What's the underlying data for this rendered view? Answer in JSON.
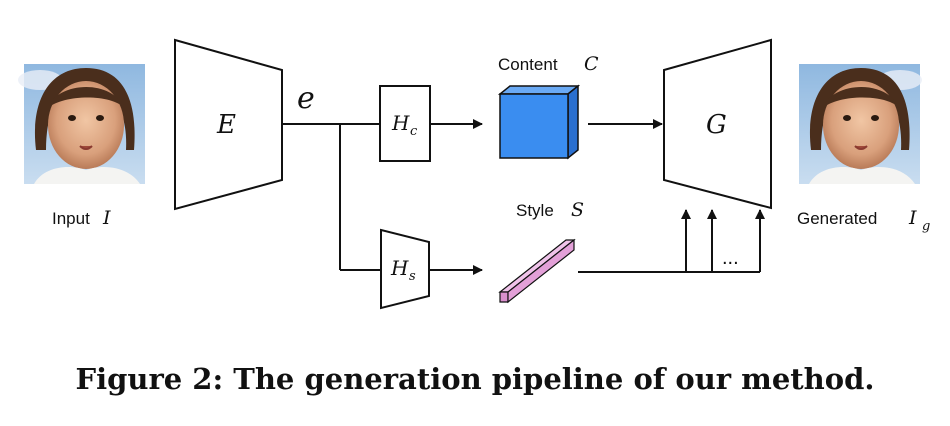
{
  "diagram": {
    "input_label": "Input",
    "input_symbol": "I",
    "encoder_symbol": "E",
    "embedding_symbol": "e",
    "content_head_symbol": "H",
    "content_head_sub": "c",
    "style_head_symbol": "H",
    "style_head_sub": "s",
    "content_label": "Content",
    "content_symbol": "C",
    "style_label": "Style",
    "style_symbol": "S",
    "generator_symbol": "G",
    "ellipsis": "...",
    "generated_label": "Generated",
    "generated_symbol": "I",
    "generated_sub": "g",
    "colors": {
      "content_cube": "#3a8df0",
      "style_bar": "#e3a0d8",
      "stroke": "#111111"
    }
  },
  "caption": "Figure 2: The generation pipeline of our method."
}
